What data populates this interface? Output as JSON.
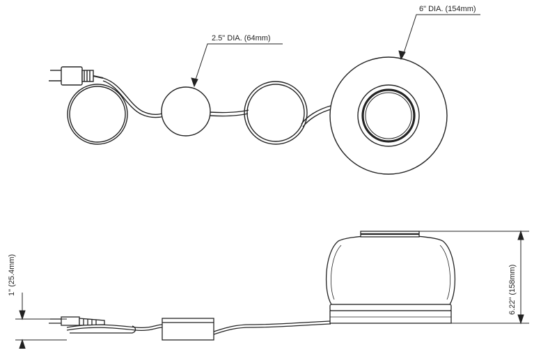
{
  "top_view": {
    "small_dia_label": "2.5\" DIA. (64mm)",
    "large_dia_label": "6\" DIA. (154mm)"
  },
  "side_view": {
    "base_height_label": "1\" (25.4mm)",
    "total_height_label": "6.22\" (158mm)"
  },
  "colors": {
    "line": "#222222",
    "glass": "#ffffff"
  }
}
